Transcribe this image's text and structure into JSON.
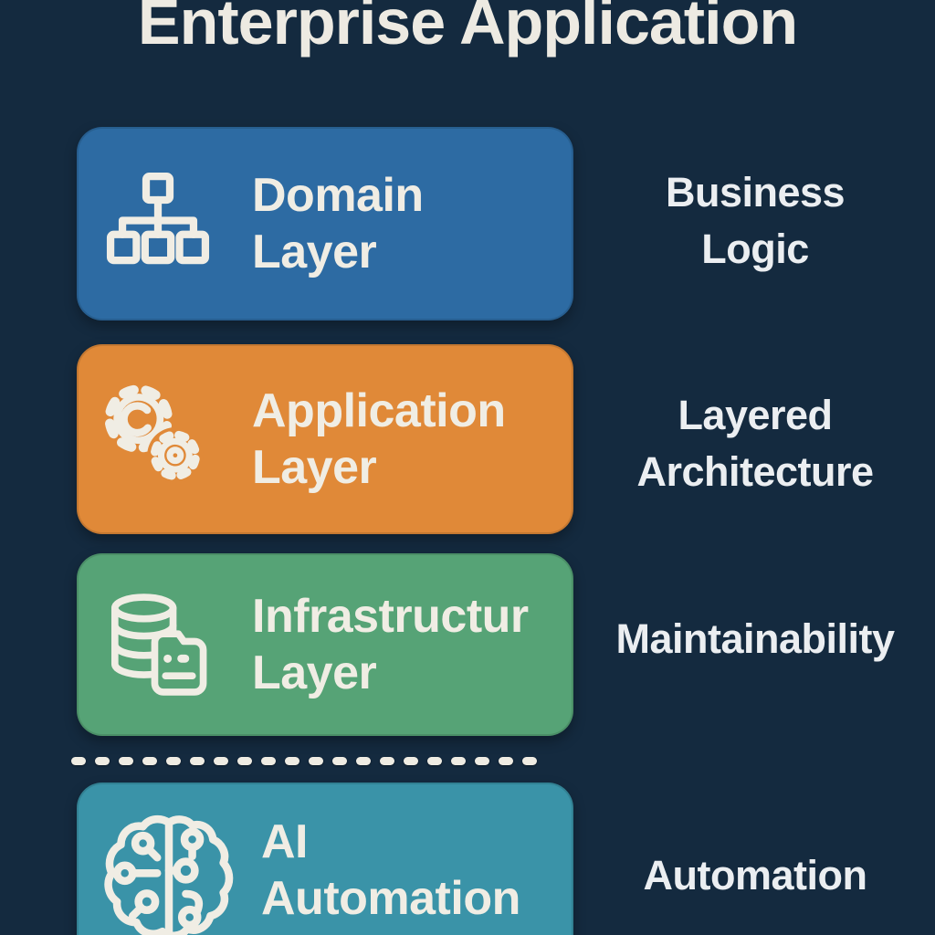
{
  "title": "Enterprise Application",
  "colors": {
    "background": "#142A3F",
    "card_text": "#F0EDE4",
    "label_text": "#EBEEF1",
    "domain_blue": "#2D6BA3",
    "application_orange": "#E08938",
    "infrastructure_green": "#56A376",
    "ai_teal": "#3A93A8"
  },
  "layers": [
    {
      "name": "domain-layer",
      "icon": "sitemap-icon",
      "card_line1": "Domain",
      "card_line2": "Layer",
      "side_line1": "Business",
      "side_line2": "Logic",
      "color": "#2D6BA3"
    },
    {
      "name": "application-layer",
      "icon": "gears-icon",
      "card_line1": "Application",
      "card_line2": "Layer",
      "side_line1": "Layered",
      "side_line2": "Architecture",
      "color": "#E08938"
    },
    {
      "name": "infrastructure-layer",
      "icon": "database-server-icon",
      "card_line1": "Infrastructur",
      "card_line2": "Layer",
      "side_line1": "Maintainability",
      "side_line2": "",
      "color": "#56A376"
    },
    {
      "name": "ai-automation-layer",
      "icon": "brain-circuit-icon",
      "card_line1": "AI",
      "card_line2": "Automation",
      "side_line1": "Automation",
      "side_line2": "",
      "color": "#3A93A8"
    }
  ],
  "divider": {
    "style": "dashed",
    "dash_count": 20
  }
}
